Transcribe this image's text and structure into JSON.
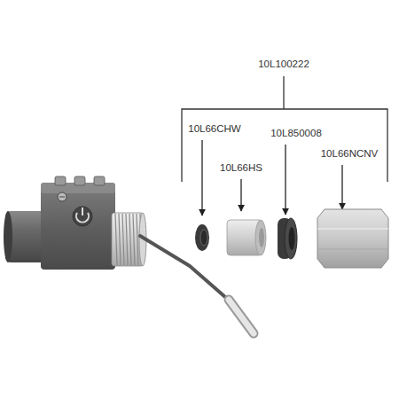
{
  "diagram": {
    "labels": [
      "10L100222",
      "10L66CHW",
      "10L66HS",
      "10L850008",
      "10L66NCNV"
    ]
  }
}
